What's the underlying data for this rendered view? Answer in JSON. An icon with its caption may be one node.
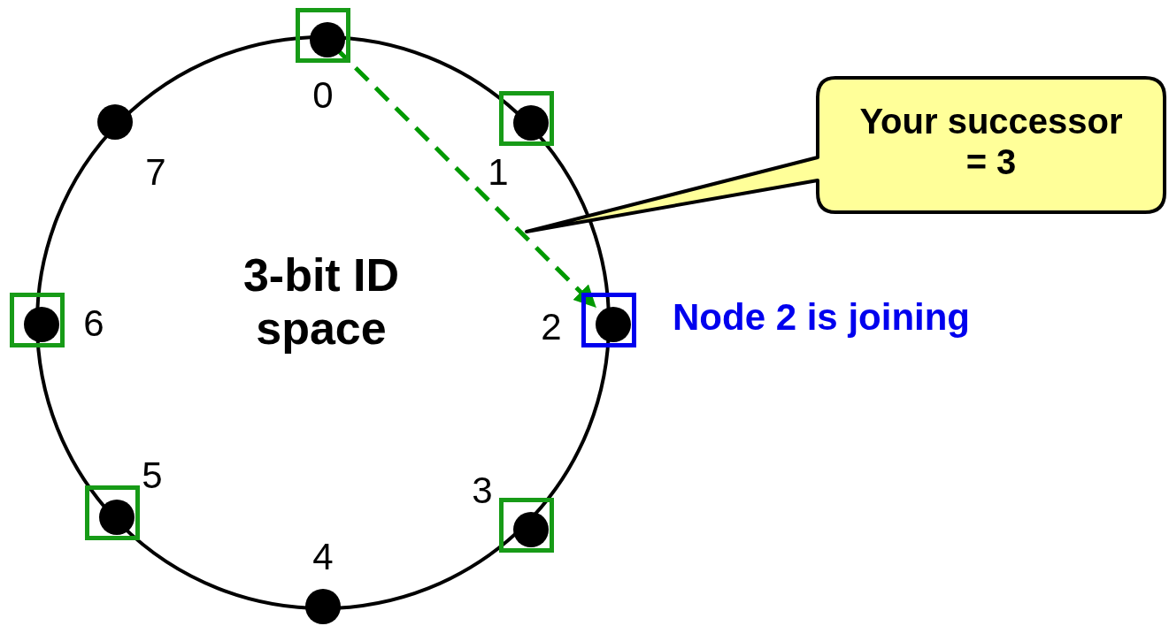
{
  "diagram": {
    "nodes": [
      {
        "text": [
          "3-bit ID space"
        ]
      },
      {
        "text": [],
        "shape": "box"
      },
      {
        "text": [],
        "shape": "circle",
        "beside": [
          "0"
        ],
        "in": 1
      },
      {
        "text": [],
        "shape": "box"
      },
      {
        "text": [],
        "shape": "circle",
        "beside": [
          "1"
        ],
        "in": 3
      },
      {
        "text": [],
        "shape": "box"
      },
      {
        "text": [],
        "shape": "circle",
        "beside": [
          "2"
        ],
        "in": 5
      },
      {
        "text": [],
        "shape": "box"
      },
      {
        "text": [],
        "shape": "circle",
        "beside": [
          "3"
        ],
        "in": 7
      },
      {
        "text": [],
        "shape": "circle",
        "beside": [
          "4"
        ]
      },
      {
        "text": [],
        "shape": "box"
      },
      {
        "text": [],
        "shape": "circle",
        "beside": [
          "5"
        ],
        "in": 10
      },
      {
        "text": [],
        "shape": "box"
      },
      {
        "text": [],
        "shape": "circle",
        "beside": [
          "6"
        ],
        "in": 12
      },
      {
        "text": [],
        "shape": "circle",
        "beside": [
          "7"
        ]
      },
      {
        "text": [
          "Your successor = 3"
        ]
      }
    ],
    "edges": [
      {
        "from": 2,
        "to": 6,
        "arrow": "to",
        "style": "dashed",
        "color": "#009900"
      }
    ],
    "labels": [
      "Node 2 is joining"
    ]
  }
}
